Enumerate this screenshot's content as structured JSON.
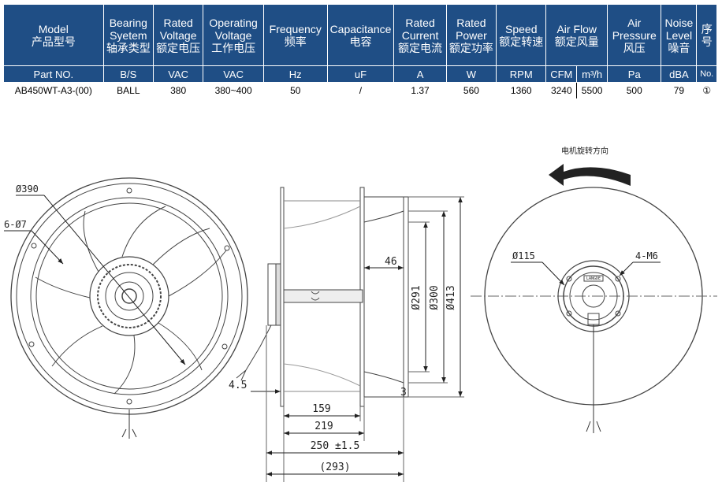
{
  "table": {
    "headers": [
      {
        "en": "Model",
        "cn": "产品型号"
      },
      {
        "en": "Bearing Syetem",
        "cn": "轴承类型"
      },
      {
        "en": "Rated Voltage",
        "cn": "额定电压"
      },
      {
        "en": "Operating Voltage",
        "cn": "工作电压"
      },
      {
        "en": "Frequency",
        "cn": "频率"
      },
      {
        "en": "Capacitance",
        "cn": "电容"
      },
      {
        "en": "Rated Current",
        "cn": "额定电流"
      },
      {
        "en": "Rated Power",
        "cn": "额定功率"
      },
      {
        "en": "Speed",
        "cn": "额定转速"
      },
      {
        "en": "Air Flow",
        "cn": "额定风量"
      },
      {
        "en": "Air Pressure",
        "cn": "风压"
      },
      {
        "en": "Noise Level",
        "cn": "噪音"
      },
      {
        "en": "序号",
        "cn": ""
      }
    ],
    "units": [
      "Part NO.",
      "B/S",
      "VAC",
      "VAC",
      "Hz",
      "uF",
      "A",
      "W",
      "RPM",
      "CFM",
      "m³/h",
      "Pa",
      "dBA",
      "No."
    ],
    "values": [
      "AB450WT-A3-(00)",
      "BALL",
      "380",
      "380~400",
      "50",
      "/",
      "1.37",
      "560",
      "1360",
      "3240",
      "5500",
      "500",
      "79",
      "①"
    ]
  },
  "drawing": {
    "rotation_label": "电机旋转方向",
    "front": {
      "dia_outer": "Ø390",
      "holes": "6-Ø7"
    },
    "side": {
      "d291": "Ø291",
      "d300": "Ø300",
      "d413": "Ø413",
      "dim46": "46",
      "dim4_5": "4.5",
      "dim3": "3",
      "dim159": "159",
      "dim219": "219",
      "dim250": "250 ±1.5",
      "dim293": "(293)"
    },
    "rear": {
      "dia_hub": "Ø115",
      "screws": "4-M6",
      "badge": "LANGDE"
    }
  }
}
